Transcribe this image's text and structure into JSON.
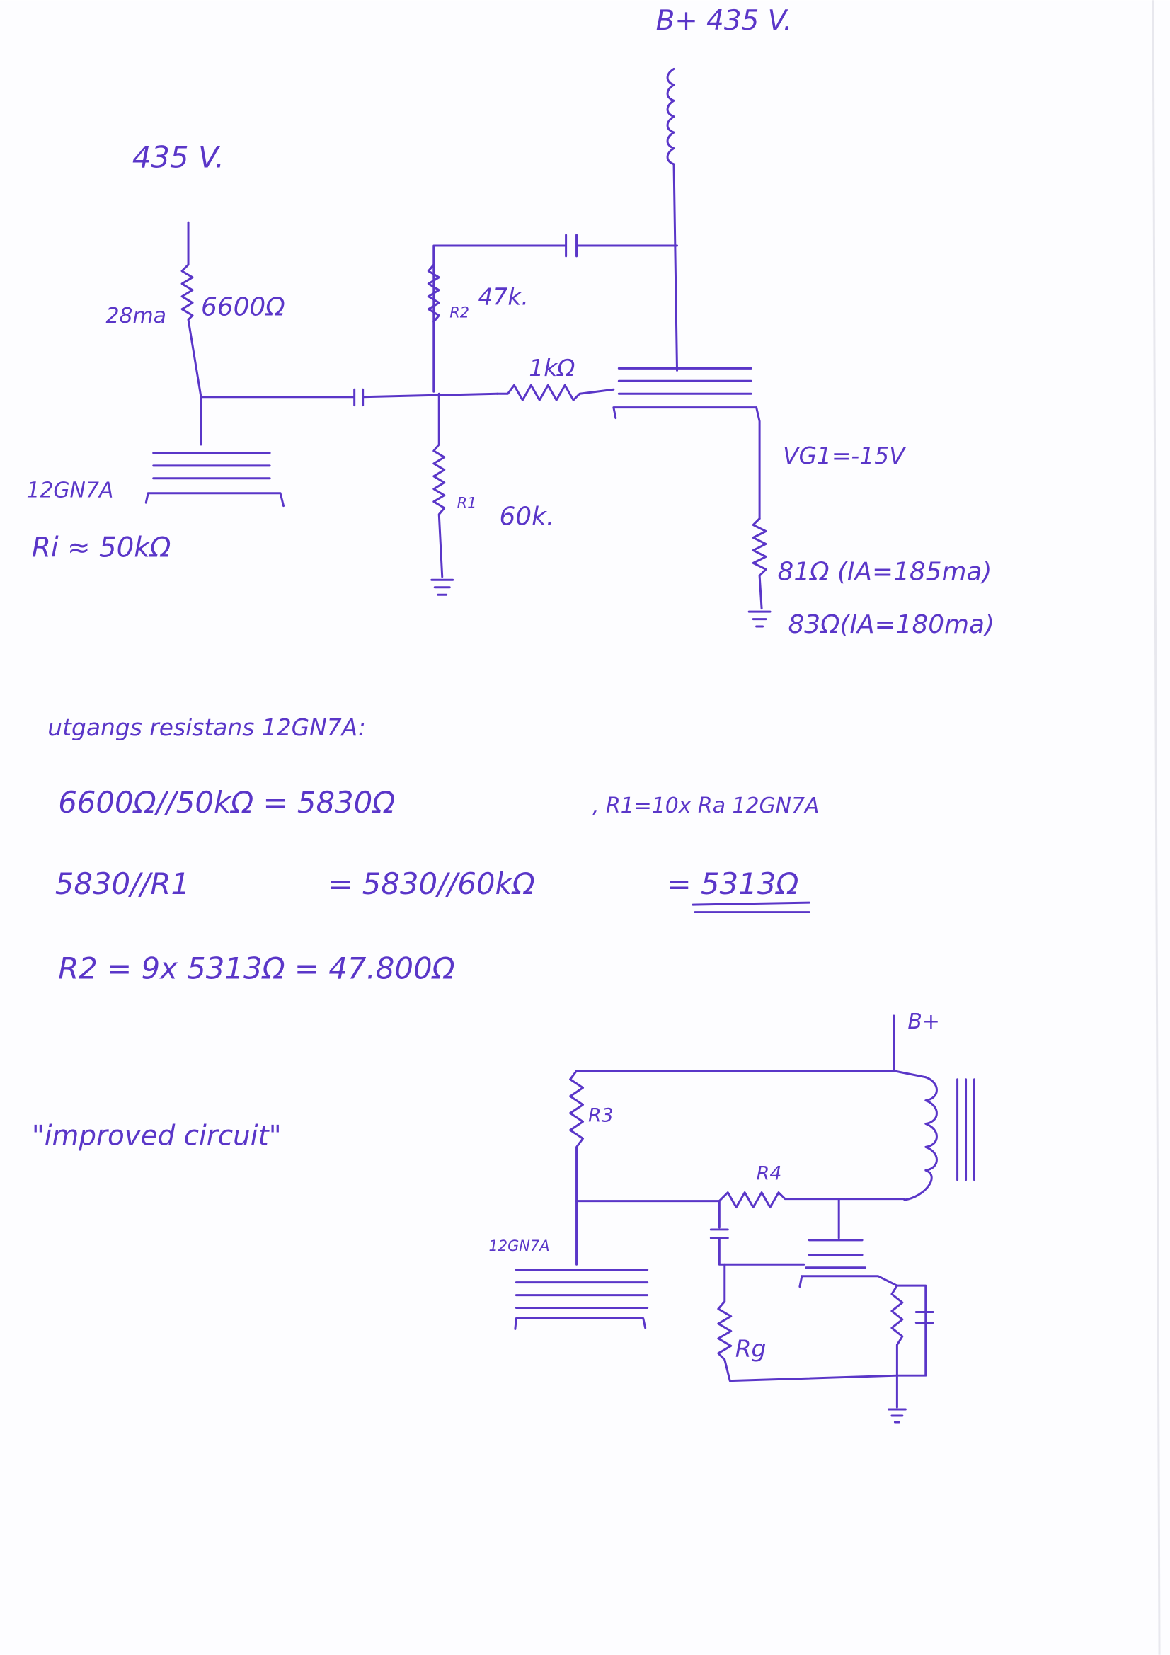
{
  "colors": {
    "ink": "#5a36c8",
    "paper": "#fdfdff"
  },
  "top_circuit": {
    "bplus_label": "B+ 435 V.",
    "supply_label": "435 V.",
    "current_label": "28ma",
    "load_resistor_label": "6600Ω",
    "r2_label": "R2",
    "r2_value": "47k.",
    "grid_resistor_label": "1kΩ",
    "grid_voltage_label": "VG1=-15V",
    "tube_label": "12GN7A",
    "ri_label": "Ri ≈ 50kΩ",
    "r1_label": "R1",
    "r1_value": "60k.",
    "cathode_label_1": "81Ω (IA=185ma)",
    "cathode_label_2": "83Ω(IA=180ma)"
  },
  "calculations": {
    "heading": "utgangs resistans 12GN7A:",
    "line1": "6600Ω//50kΩ = 5830Ω",
    "line1_note": ", R1=10x Ra 12GN7A",
    "line2_left": "5830//R1",
    "line2_mid": "= 5830//60kΩ",
    "line2_result": "= 5313Ω",
    "line3": "R2 = 9x 5313Ω = 47.800Ω"
  },
  "bottom_circuit": {
    "title": "\"improved circuit\"",
    "bplus_label": "B+",
    "r3_label": "R3",
    "r4_label": "R4",
    "tube_label": "12GN7A",
    "rg_label": "Rg"
  }
}
